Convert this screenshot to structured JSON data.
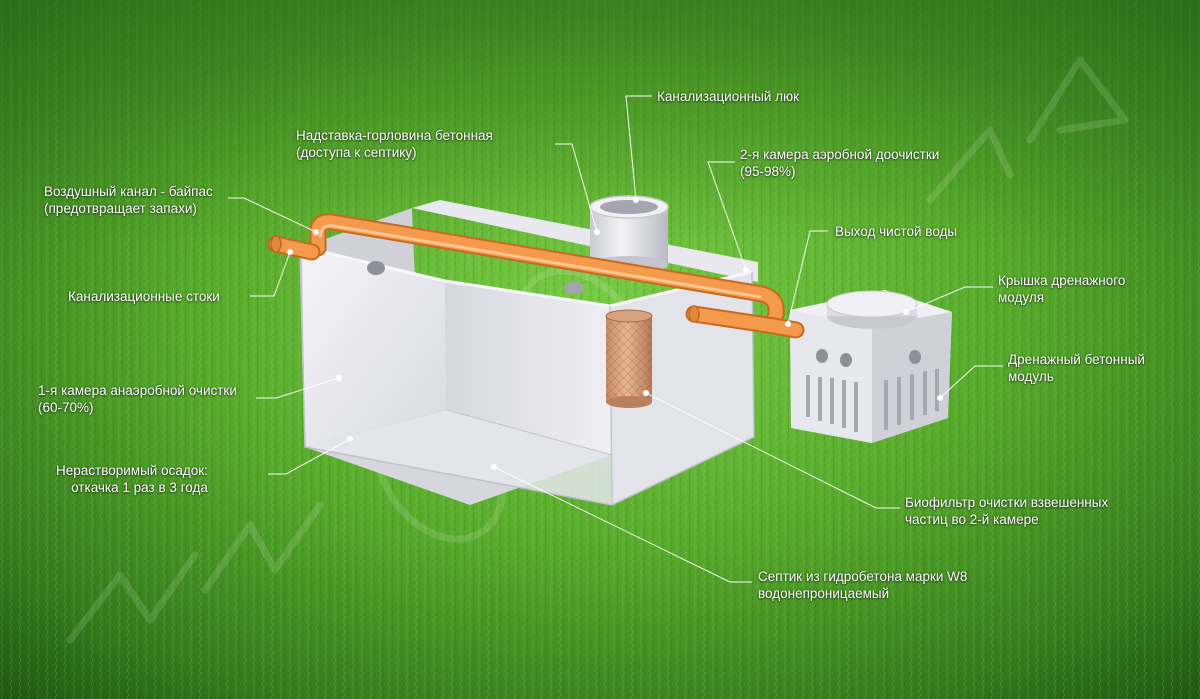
{
  "colors": {
    "grass_light": "#6bc43a",
    "grass_dark": "#1f5a12",
    "concrete": "#e9e9ee",
    "pipe": "#f39a4c",
    "leader": "#ffffff"
  },
  "icons": {
    "biofilter": "biofilter-cylinder-icon",
    "manhole": "manhole-cylinder-icon"
  },
  "labels": {
    "manhole": {
      "line1": "Канализационный люк"
    },
    "neck": {
      "line1": "Надставка-горловина бетонная",
      "line2": "(доступа к септику)"
    },
    "chamber2": {
      "line1": "2-я камера аэробной доочистки",
      "line2": "(95-98%)"
    },
    "bypass": {
      "line1": "Воздушный канал - байпас",
      "line2": "(предотвращает запахи)"
    },
    "outlet": {
      "line1": "Выход чистой воды"
    },
    "sewage": {
      "line1": "Канализационные стоки"
    },
    "drain_lid": {
      "line1": "Крышка дренажного",
      "line2": "модуля"
    },
    "drain_module": {
      "line1": "Дренажный бетонный",
      "line2": "модуль"
    },
    "chamber1": {
      "line1": "1-я камера анаэробной очистки",
      "line2": "(60-70%)"
    },
    "sediment": {
      "line1": "Нерастворимый осадок:",
      "line2": "откачка 1 раз в 3 года"
    },
    "biofilter": {
      "line1": "Биофильтр очистки взвешенных",
      "line2": "частиц во 2-й камере"
    },
    "septic": {
      "line1": "Септик из гидробетона марки W8",
      "line2": "водонепроницаемый"
    }
  }
}
